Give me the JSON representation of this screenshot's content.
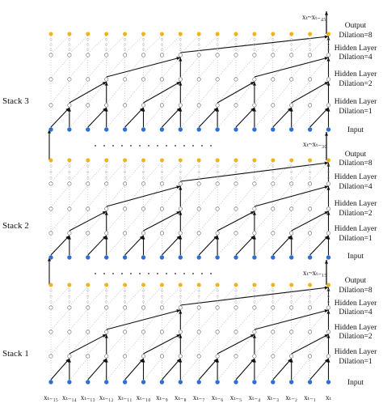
{
  "stacks": [
    {
      "label": "Stack 3",
      "layers": [
        "Output\nDilation=8",
        "Hidden Layer\nDilation=4",
        "Hidden Layer\nDilation=2",
        "Hidden Layer\nDilation=1",
        "Input"
      ]
    },
    {
      "label": "Stack 2",
      "layers": [
        "Output\nDilation=8",
        "Hidden Layer\nDilation=4",
        "Hidden Layer\nDilation=2",
        "Hidden Layer\nDilation=1",
        "Input"
      ]
    },
    {
      "label": "Stack 1",
      "layers": [
        "Output\nDilation=8",
        "Hidden Layer\nDilation=4",
        "Hidden Layer\nDilation=2",
        "Hidden Layer\nDilation=1",
        "Input"
      ]
    }
  ],
  "x_labels": [
    "xₜ₋₁₅",
    "xₜ₋₁₄",
    "xₜ₋₁₃",
    "xₜ₋₁₂",
    "xₜ₋₁₁",
    "xₜ₋₁₀",
    "xₜ₋₉",
    "xₜ₋₈",
    "xₜ₋₇",
    "xₜ₋₆",
    "xₜ₋₅",
    "xₜ₋₄",
    "xₜ₋₃",
    "xₜ₋₂",
    "xₜ₋₁",
    "xₜ"
  ],
  "connector_labels": {
    "top": "xₜ~xₜ₋₄₅",
    "stack2_to_3": "xₜ~xₜ₋₃₀",
    "stack1_to_2": "xₜ~xₜ₋₁₅"
  },
  "colors": {
    "input_node": "#2f6fd0",
    "output_node": "#f2b316",
    "hidden_node_stroke": "#666666",
    "edge": "#111111",
    "faint_edge": "#9a9a9a"
  }
}
